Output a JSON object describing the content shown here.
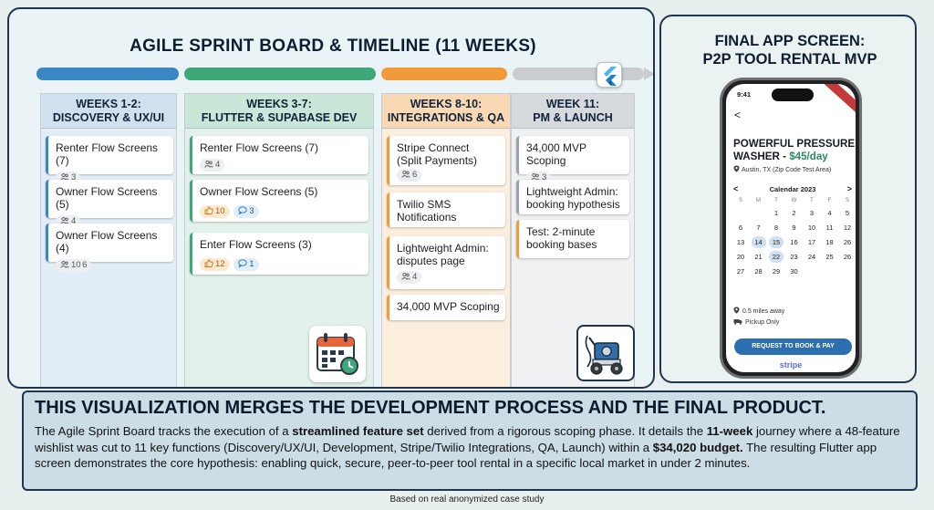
{
  "board": {
    "title": "AGILE SPRINT BOARD & TIMELINE (11 WEEKS)",
    "columns": [
      {
        "header_line1": "WEEKS 1-2:",
        "header_line2": "DISCOVERY & UX/UI",
        "cards": [
          {
            "title": "Renter Flow Screens (7)",
            "people": "3"
          },
          {
            "title": "Owner Flow Screens (5)",
            "people": "4"
          },
          {
            "title": "Owner Flow Screens (4)",
            "people": "10 6"
          }
        ]
      },
      {
        "header_line1": "WEEKS 3-7:",
        "header_line2": "FLUTTER & SUPABASE DEV",
        "cards": [
          {
            "title": "Renter Flow Screens (7)",
            "people": "4"
          },
          {
            "title": "Owner Flow Screens (5)",
            "likes": "10",
            "comments": "3"
          },
          {
            "title": "Enter Flow Screens (3)",
            "likes": "12",
            "comments": "1"
          }
        ]
      },
      {
        "header_line1": "WEEKS 8-10:",
        "header_line2": "INTEGRATIONS & QA",
        "cards": [
          {
            "title_line1": "Stripe Connect",
            "title_line2": "(Split Payments)",
            "people": "6"
          },
          {
            "title_line1": "Twilio SMS",
            "title_line2": "Notifications"
          },
          {
            "title_line1": "Lightweight Admin:",
            "title_line2": "disputes page",
            "people": "4"
          },
          {
            "title": "34,000 MVP Scoping"
          }
        ]
      },
      {
        "header_line1": "WEEK 11:",
        "header_line2": "PM & LAUNCH",
        "cards": [
          {
            "title": "34,000 MVP Scoping",
            "people": "3"
          },
          {
            "title_line1": "Lightweight Admin:",
            "title_line2": "booking hypothesis"
          },
          {
            "title_line1": "Test: 2-minute",
            "title_line2": "booking bases"
          }
        ]
      }
    ]
  },
  "app": {
    "title_line1": "FINAL APP SCREEN:",
    "title_line2": "P2P TOOL RENTAL MVP",
    "time": "9:41",
    "back": "<",
    "product_name": "POWERFUL PRESSURE WASHER - ",
    "price": "$45/day",
    "location": "Austin, TX (Zip Code Test Area)",
    "calendar_month": "Calendar 2023",
    "prev": "<",
    "next": ">",
    "weekdays": [
      "S",
      "M",
      "T",
      "W",
      "T",
      "F",
      "S"
    ],
    "weeks": [
      [
        "",
        "",
        "1",
        "2",
        "3",
        "4",
        "5"
      ],
      [
        "6",
        "7",
        "8",
        "9",
        "10",
        "11",
        "12"
      ],
      [
        "13",
        "14",
        "15",
        "16",
        "17",
        "18",
        "26"
      ],
      [
        "20",
        "21",
        "22",
        "23",
        "24",
        "25",
        "26"
      ],
      [
        "27",
        "28",
        "29",
        "30",
        "",
        "",
        ""
      ]
    ],
    "selected_days": [
      "14",
      "15",
      "22"
    ],
    "distance": "0.5 miles away",
    "pickup": "Pickup Only",
    "book_button": "REQUEST TO BOOK & PAY",
    "payment_brand": "stripe"
  },
  "summary": {
    "headline": "THIS VISUALIZATION MERGES THE DEVELOPMENT PROCESS AND THE FINAL PRODUCT.",
    "p1": "The Agile Sprint Board tracks the execution of a ",
    "b1": "streamlined feature set",
    "p2": " derived from a rigorous scoping phase. It details the ",
    "b2": "11-week",
    "p3": " journey where a 48-feature wishlist was cut to 11 key functions (Discovery/UX/UI, Development, Stripe/Twilio Integrations, QA, Launch) within a ",
    "b3": "$34,020 budget.",
    "p4": " The resulting Flutter app screen demonstrates the core hypothesis: enabling quick, secure, peer-to-peer tool rental in a specific local market in under 2 minutes."
  },
  "footer": "Based on real anonymized case study",
  "colors": {
    "discovery": "#3a87c4",
    "development": "#3ea878",
    "integrations": "#f09a3a",
    "launch": "#9aa3ad",
    "price_green": "#2a8a64",
    "button_blue": "#2b6fb1"
  }
}
